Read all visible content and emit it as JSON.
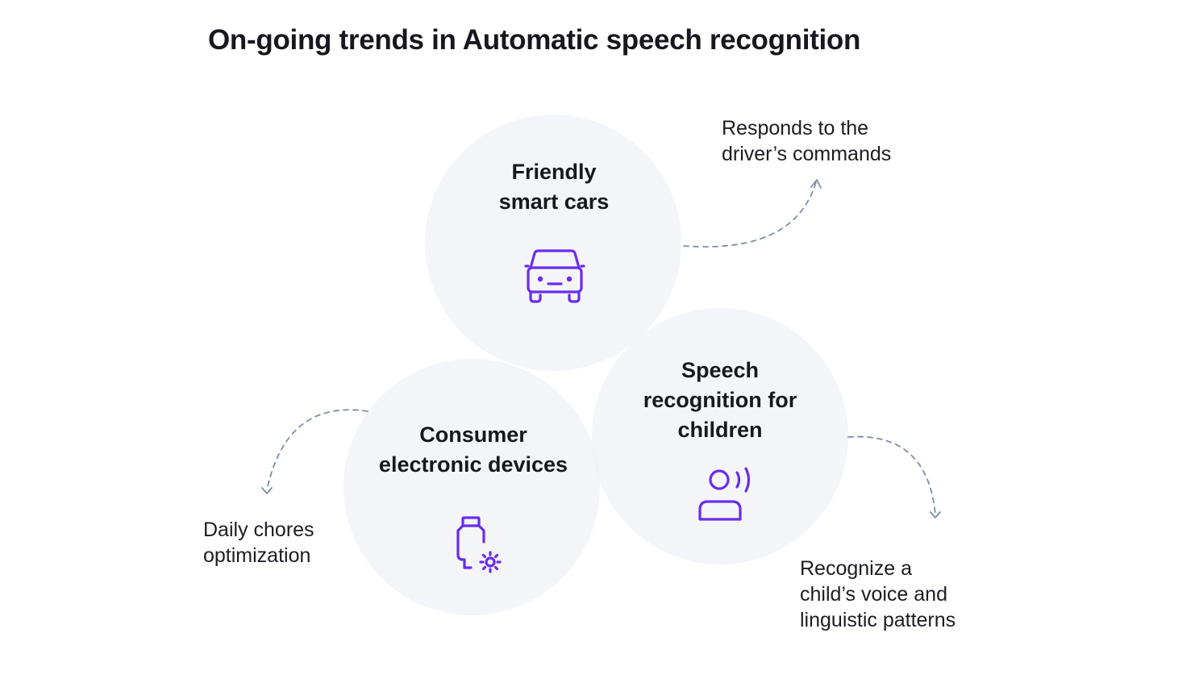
{
  "title": "On-going trends in Automatic speech recognition",
  "accent_color": "#6a2cf0",
  "trends": [
    {
      "label": "Friendly\nsmart cars",
      "icon": "car-icon",
      "note": "Responds to the\ndriver’s commands"
    },
    {
      "label": "Consumer\nelectronic devices",
      "icon": "smart-device-gear-icon",
      "note": "Daily chores\noptimization"
    },
    {
      "label": "Speech\nrecognition for\nchildren",
      "icon": "speaking-person-icon",
      "note": "Recognize a\nchild’s voice and\nlinguistic patterns"
    }
  ]
}
